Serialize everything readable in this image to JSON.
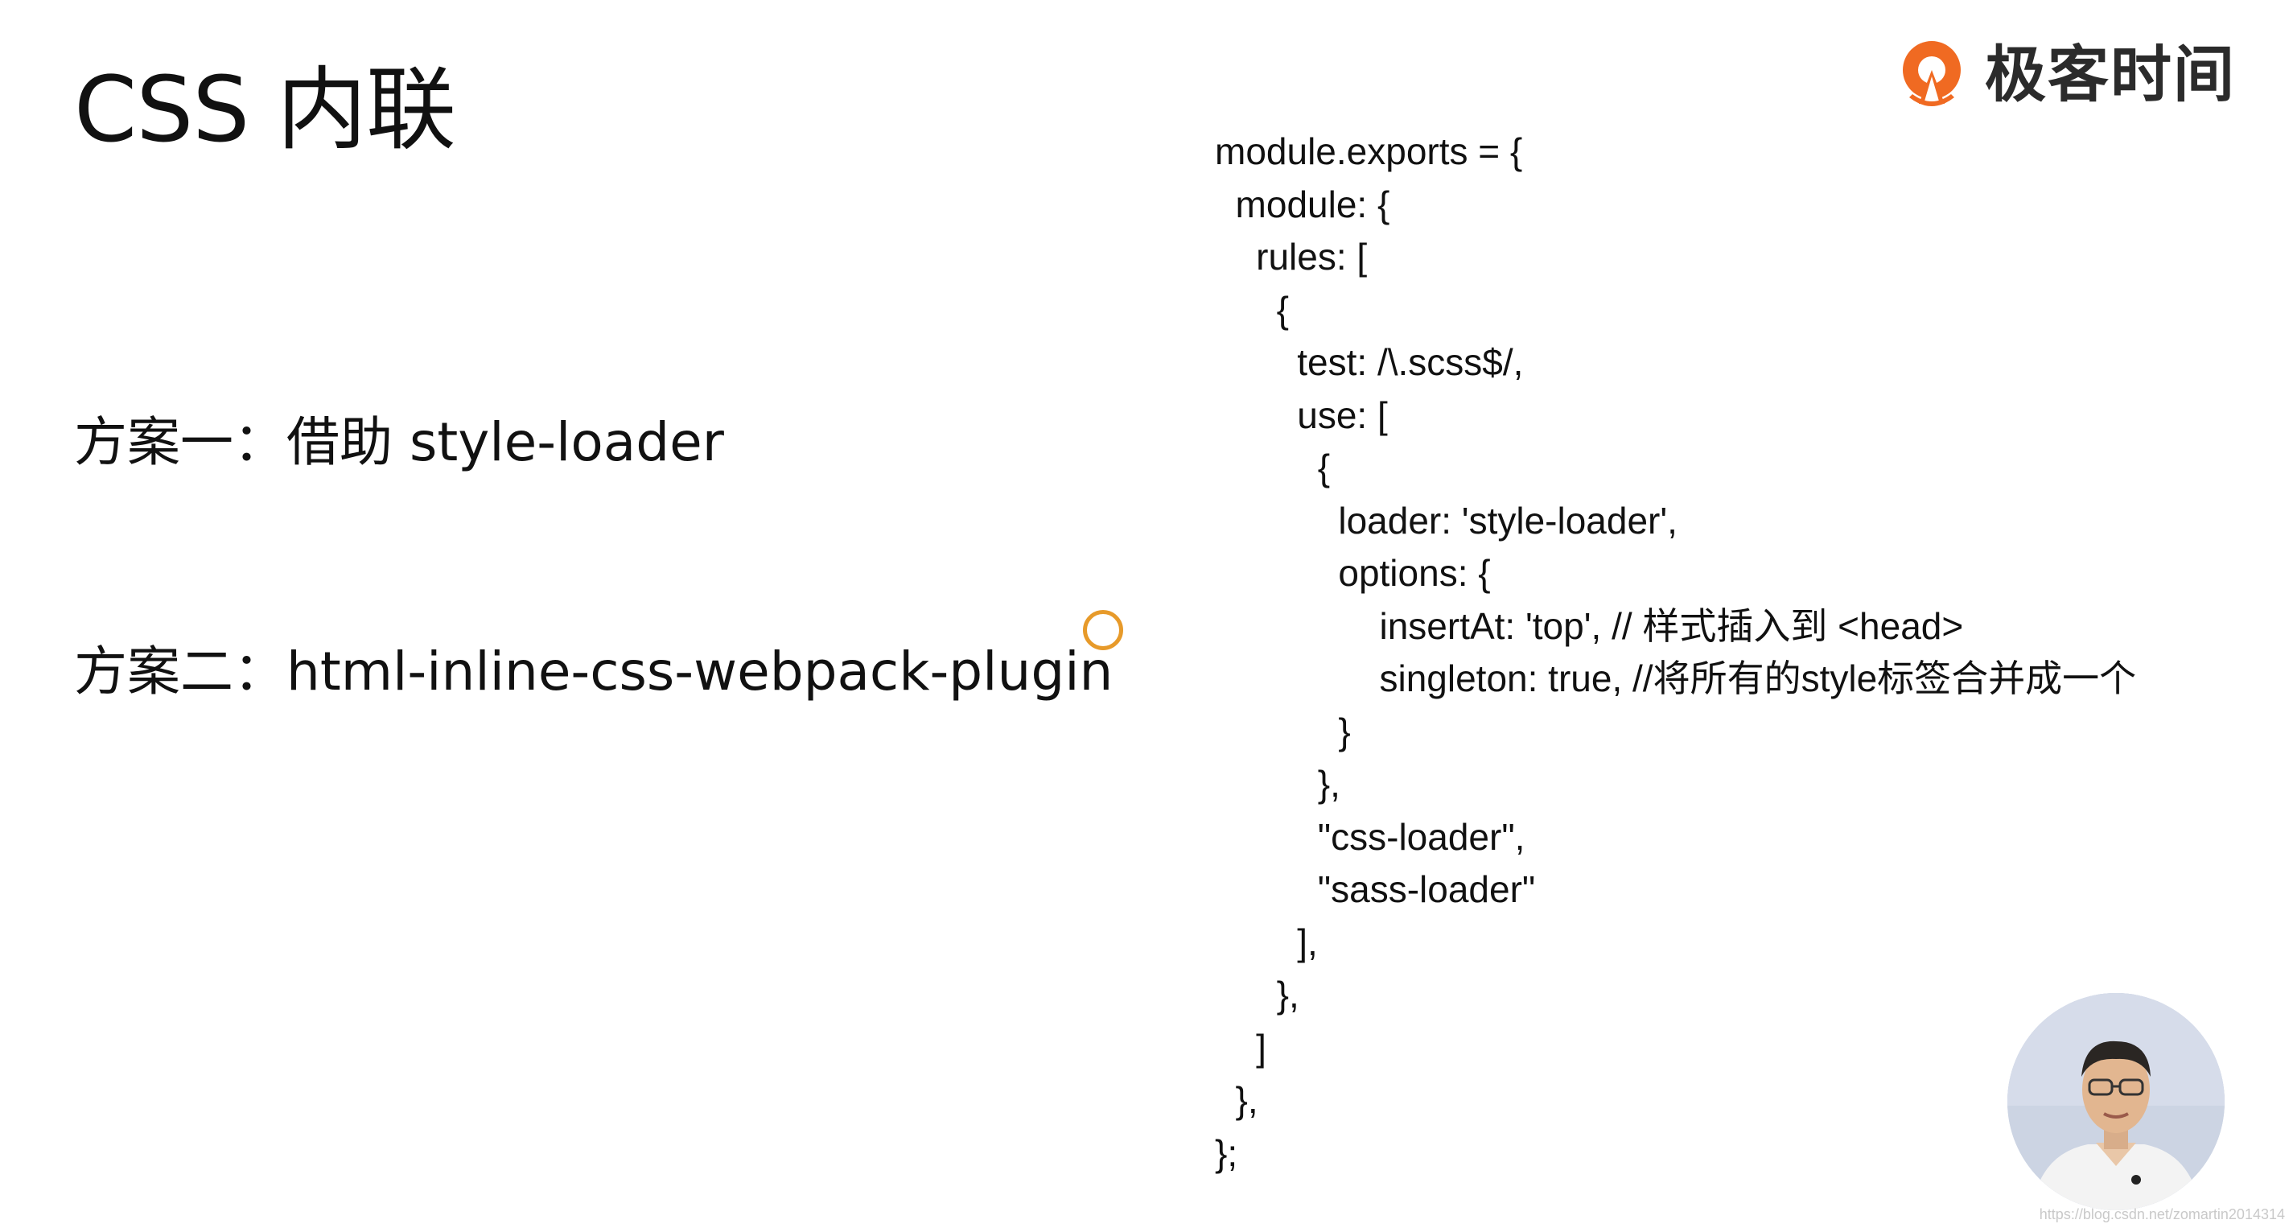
{
  "slide": {
    "title": "CSS 内联",
    "plan_one": "方案一：借助 style-loader",
    "plan_two": "方案二：html-inline-css-webpack-plugin"
  },
  "code": {
    "lines": [
      "module.exports = {",
      "  module: {",
      "    rules: [",
      "      {",
      "        test: /\\.scss$/,",
      "        use: [",
      "          {",
      "            loader: 'style-loader',",
      "            options: {",
      "                insertAt: 'top', // 样式插入到 <head>",
      "                singleton: true, //将所有的style标签合并成一个",
      "            }",
      "          },",
      "          \"css-loader\",",
      "          \"sass-loader\"",
      "        ],",
      "      },",
      "    ]",
      "  },",
      "};"
    ]
  },
  "brand": {
    "logo_text": "极客时间",
    "logo_icon": "geektime-logo-icon",
    "accent": "#f06a22"
  },
  "presenter": {
    "icon": "presenter-video-avatar"
  },
  "watermark": {
    "text": "https://blog.csdn.net/zomartin2014314"
  },
  "cursor": {
    "icon": "cursor-highlight-ring",
    "color": "#e79a2a"
  }
}
